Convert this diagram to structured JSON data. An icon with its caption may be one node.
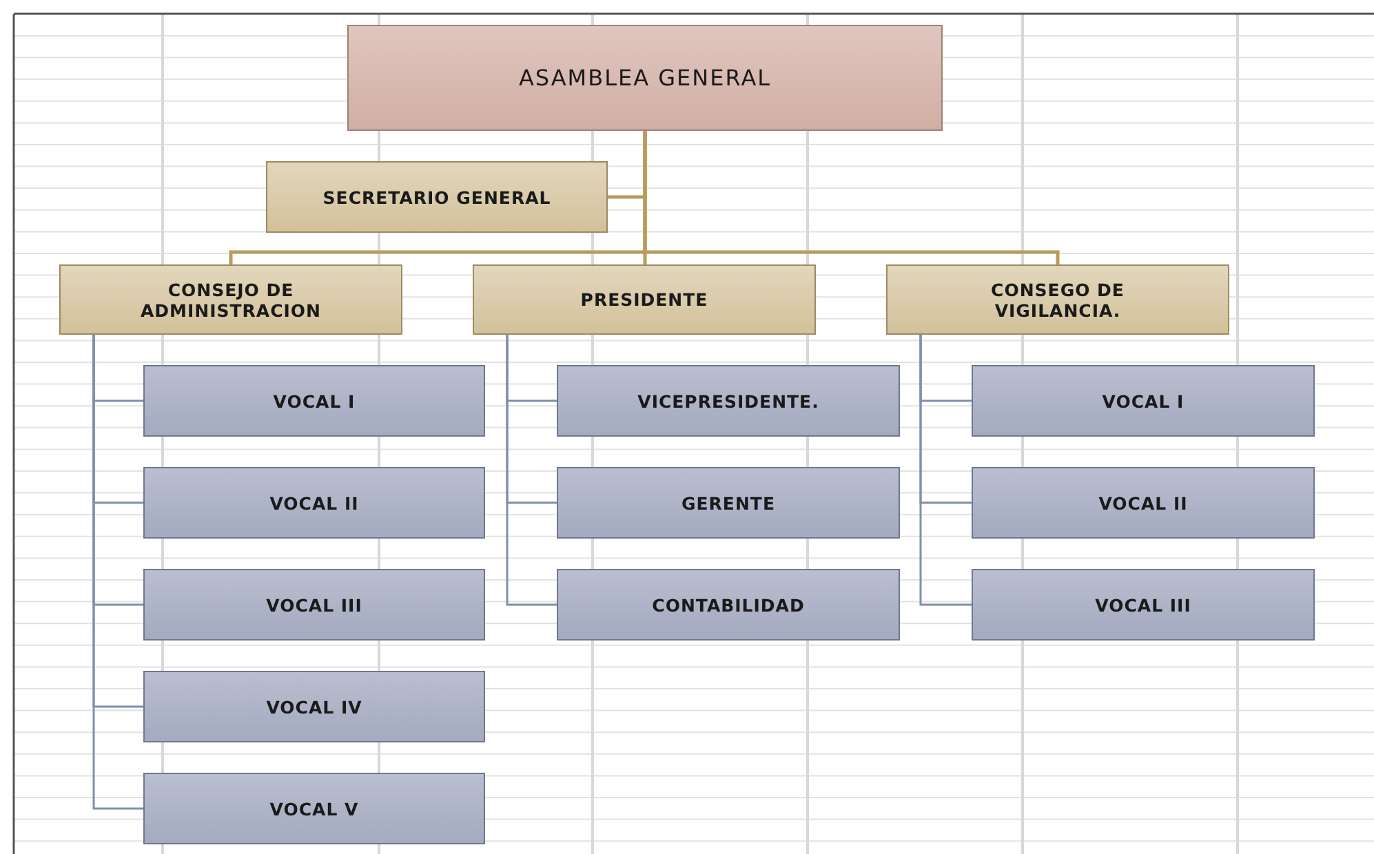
{
  "diagram": {
    "nodes": [
      {
        "text": [
          "ASAMBLEA GENERAL"
        ]
      },
      {
        "text": [
          "SECRETARIO GENERAL"
        ]
      },
      {
        "text": [
          "CONSEJO DE ADMINISTRACION"
        ]
      },
      {
        "text": [
          "PRESIDENTE"
        ]
      },
      {
        "text": [
          "CONSEGO DE VIGILANCIA."
        ]
      },
      {
        "text": [
          "VOCAL I"
        ]
      },
      {
        "text": [
          "VOCAL II"
        ]
      },
      {
        "text": [
          "VOCAL III"
        ]
      },
      {
        "text": [
          "VOCAL IV"
        ]
      },
      {
        "text": [
          "VOCAL V"
        ]
      },
      {
        "text": [
          "VICEPRESIDENTE."
        ]
      },
      {
        "text": [
          "GERENTE"
        ]
      },
      {
        "text": [
          "CONTABILIDAD"
        ]
      },
      {
        "text": [
          "VOCAL I"
        ]
      },
      {
        "text": [
          "VOCAL II"
        ]
      },
      {
        "text": [
          "VOCAL III"
        ]
      }
    ],
    "edges": [
      {
        "from": 0,
        "to": 1,
        "arrow": "none",
        "color": "#b89c5c"
      },
      {
        "from": 0,
        "to": 2,
        "arrow": "none",
        "color": "#b89c5c"
      },
      {
        "from": 0,
        "to": 3,
        "arrow": "none",
        "color": "#b89c5c"
      },
      {
        "from": 0,
        "to": 4,
        "arrow": "none",
        "color": "#b89c5c"
      },
      {
        "from": 2,
        "to": 5,
        "arrow": "none"
      },
      {
        "from": 2,
        "to": 6,
        "arrow": "none"
      },
      {
        "from": 2,
        "to": 7,
        "arrow": "none"
      },
      {
        "from": 2,
        "to": 8,
        "arrow": "none"
      },
      {
        "from": 2,
        "to": 9,
        "arrow": "none"
      },
      {
        "from": 3,
        "to": 10,
        "arrow": "none"
      },
      {
        "from": 3,
        "to": 11,
        "arrow": "none"
      },
      {
        "from": 3,
        "to": 12,
        "arrow": "none"
      },
      {
        "from": 4,
        "to": 13,
        "arrow": "none"
      },
      {
        "from": 4,
        "to": 14,
        "arrow": "none"
      },
      {
        "from": 4,
        "to": 15,
        "arrow": "none"
      }
    ]
  }
}
